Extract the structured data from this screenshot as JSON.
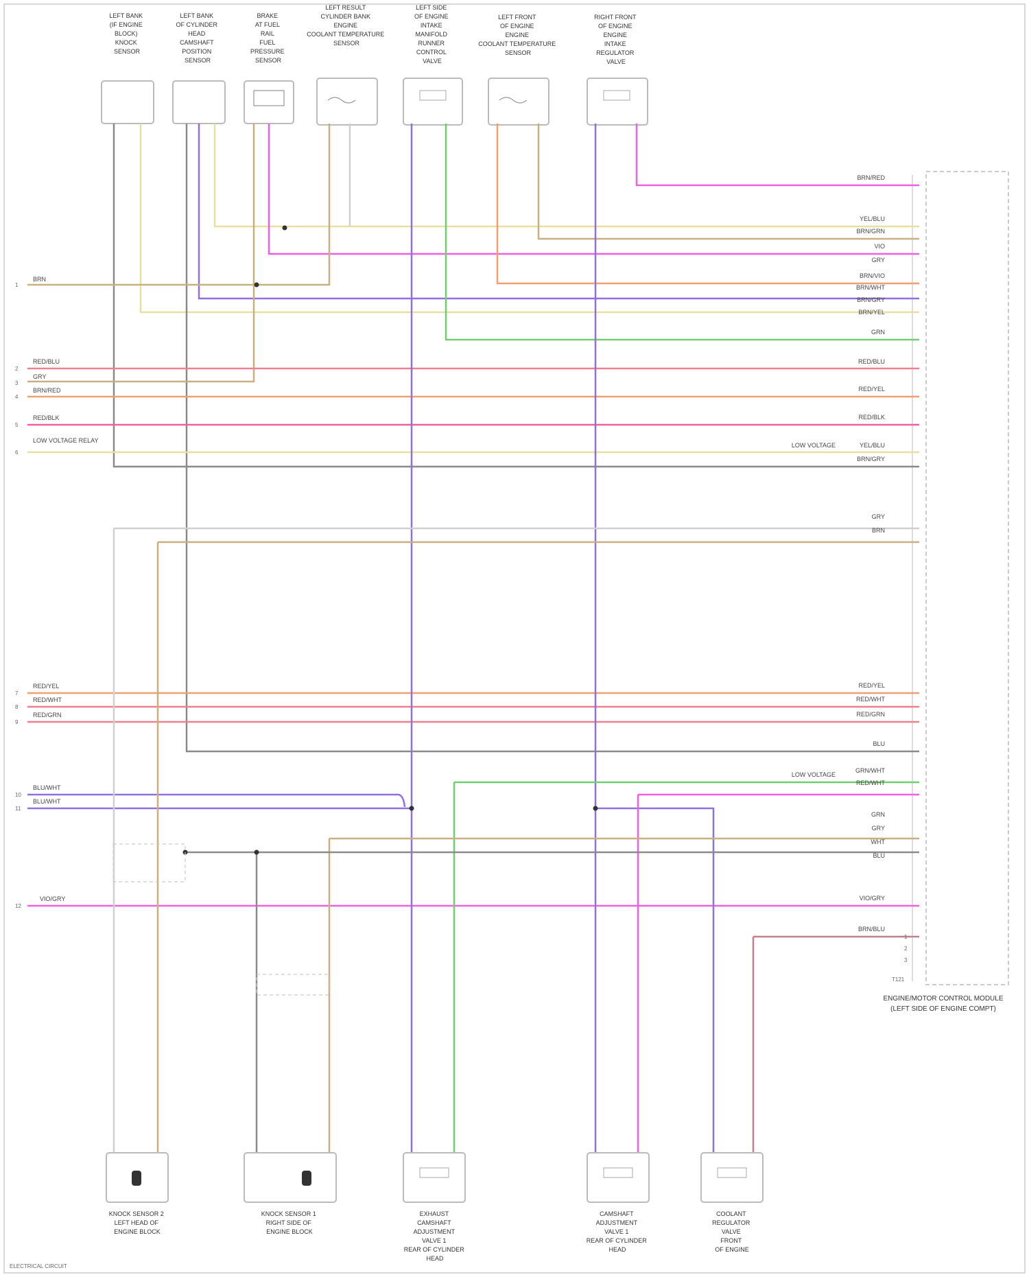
{
  "colors": {
    "wire_gray": "#8a8a8a",
    "wire_yellow": "#e8e0a0",
    "wire_tan": "#c8b080",
    "wire_pink": "#f060e0",
    "wire_violet": "#9070e0",
    "wire_green": "#70d070",
    "wire_orange": "#f0a070",
    "wire_red": "#f08090",
    "wire_white": "#d0d0d0",
    "component_border": "#bbbbbb"
  },
  "top_components": [
    {
      "lines": [
        "LEFT BANK",
        "(IF ENGINE",
        "BLOCK)",
        "KNOCK",
        "SENSOR"
      ]
    },
    {
      "lines": [
        "LEFT BANK",
        "OF CYLINDER",
        "HEAD",
        "CAMSHAFT",
        "POSITION",
        "SENSOR"
      ]
    },
    {
      "lines": [
        "BRAKE",
        "AT FUEL",
        "RAIL",
        "FUEL",
        "PRESSURE",
        "SENSOR"
      ]
    },
    {
      "lines": [
        "LEFT RESULT",
        "CYLINDER BANK",
        "ENGINE",
        "COOLANT TEMPERATURE",
        "SENSOR"
      ]
    },
    {
      "lines": [
        "LEFT SIDE",
        "OF ENGINE",
        "INTAKE",
        "MANIFOLD",
        "RUNNER",
        "CONTROL",
        "VALVE"
      ]
    },
    {
      "lines": [
        "LEFT FRONT",
        "OF ENGINE",
        "ENGINE",
        "COOLANT TEMPERATURE",
        "SENSOR"
      ]
    },
    {
      "lines": [
        "RIGHT FRONT",
        "OF ENGINE",
        "ENGINE",
        "INTAKE",
        "REGULATOR",
        "VALVE"
      ]
    }
  ],
  "bottom_components": [
    {
      "lines": [
        "KNOCK SENSOR 2",
        "LEFT HEAD OF",
        "ENGINE BLOCK"
      ]
    },
    {
      "lines": [
        "KNOCK SENSOR 1",
        "RIGHT SIDE OF",
        "ENGINE BLOCK"
      ]
    },
    {
      "lines": [
        "EXHAUST",
        "CAMSHAFT",
        "ADJUSTMENT",
        "VALVE 1",
        "REAR OF CYLINDER",
        "HEAD"
      ]
    },
    {
      "lines": [
        "CAMSHAFT",
        "ADJUSTMENT",
        "VALVE 1",
        "REAR OF CYLINDER",
        "HEAD"
      ]
    },
    {
      "lines": [
        "COOLANT",
        "REGULATOR",
        "VALVE",
        "FRONT",
        "OF ENGINE"
      ]
    }
  ],
  "ecm": {
    "title": "ENGINE/MOTOR CONTROL MODULE",
    "subtitle": "(LEFT SIDE OF ENGINE COMPT)"
  },
  "left_labels": [
    {
      "num": "1",
      "text": "BRN"
    },
    {
      "num": "2",
      "text": "RED/BLU"
    },
    {
      "num": "3",
      "text": "GRY"
    },
    {
      "num": "4",
      "text": "BRN/RED"
    },
    {
      "num": "5",
      "text": "RED/BLK"
    },
    {
      "num": "6",
      "text": "LOW VOLTAGE RELAY"
    },
    {
      "num": "7",
      "text": "RED/YEL"
    },
    {
      "num": "8",
      "text": "RED/WHT"
    },
    {
      "num": "9",
      "text": "RED/GRN"
    },
    {
      "num": "10",
      "text": "BLU/WHT"
    },
    {
      "num": "11",
      "text": "BLU/WHT"
    },
    {
      "num": "12",
      "text": "VIO/GRY"
    }
  ],
  "right_labels": [
    "BRN/RED",
    "YEL/BLU",
    "BRN/GRN",
    "VIO",
    "GRY",
    "BRN/VIO",
    "BRN/WHT",
    "BRN/GRY",
    "BRN/YEL",
    "GRN",
    "RED/BLU",
    "RED/YEL",
    "RED/BLK",
    "LOW VOLTAGE",
    "YEL/BLU",
    "BRN/GRY",
    "GRY",
    "BRN",
    "RED/YEL",
    "RED/WHT",
    "RED/GRN",
    "BLU",
    "LOW VOLTAGE",
    "GRN/WHT",
    "RED/WHT",
    "GRN",
    "GRY",
    "WHT",
    "BLU",
    "VIO/GRY",
    "BRN/BLU"
  ],
  "pin_labels": [
    "T121",
    "1",
    "2",
    "3",
    "4",
    "5",
    "6",
    "7",
    "8",
    "9",
    "10"
  ],
  "footer": "ELECTRICAL CIRCUIT"
}
